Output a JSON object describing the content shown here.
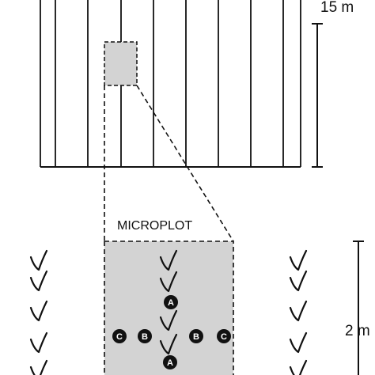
{
  "labels": {
    "plot_scale": "15 m",
    "microplot_title": "MICROPLOT",
    "microplot_scale": "2 m"
  },
  "markers": [
    {
      "letter": "A"
    },
    {
      "letter": "A"
    },
    {
      "letter": "B"
    },
    {
      "letter": "B"
    },
    {
      "letter": "C"
    },
    {
      "letter": "C"
    }
  ],
  "colors": {
    "line": "#111111",
    "shade": "#d3d3d3",
    "marker_fill": "#111111",
    "marker_text": "#ffffff"
  },
  "icons": {
    "plant": "plant-seedling-icon"
  }
}
